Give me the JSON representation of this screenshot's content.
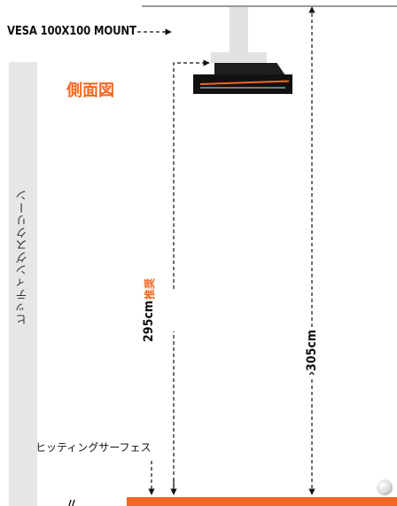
{
  "diagram": {
    "mount_label": "VESA 100X100 MOUNT",
    "title": "側面図",
    "screen_label": "ヒッティングスクリーン",
    "surface_label": "ヒッティングサーフェス",
    "dim_recommended": {
      "value": "295cm",
      "note": "推奨"
    },
    "dim_minimum": "›305cm",
    "colors": {
      "accent": "#f26722",
      "screen": "#e6e6e6",
      "projector": "#111111"
    }
  }
}
